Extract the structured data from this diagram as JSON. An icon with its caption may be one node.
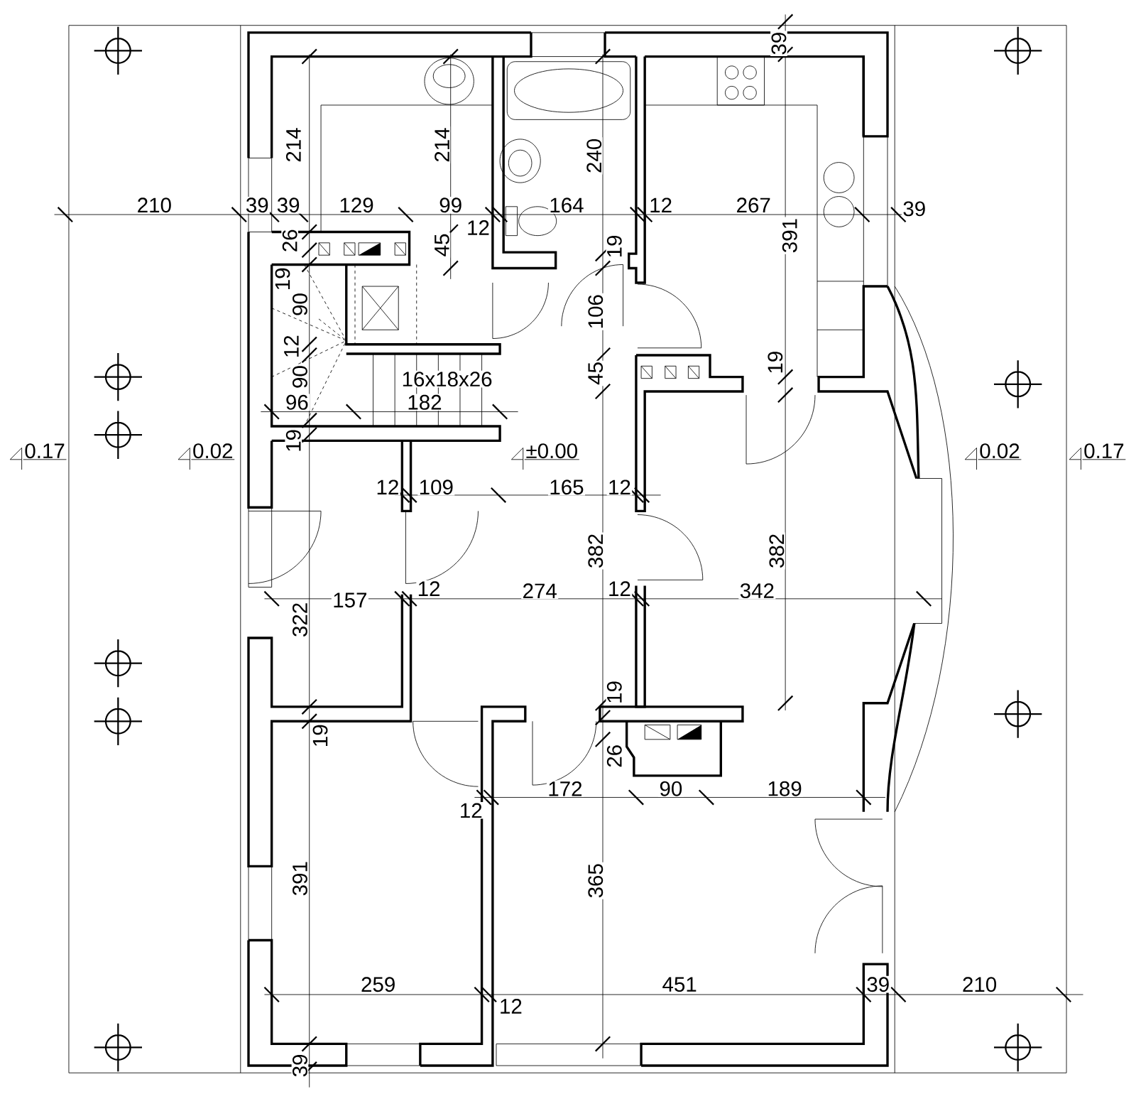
{
  "diagram": {
    "labels": [
      "39",
      "214",
      "214",
      "240",
      "210",
      "39",
      "39",
      "129",
      "99",
      "164",
      "12",
      "267",
      "39",
      "12",
      "26",
      "45",
      "391",
      "19",
      "19",
      "90",
      "106",
      "12",
      "45",
      "19",
      "90",
      "16x18x26",
      "96",
      "182",
      "19",
      "0.17",
      "0.02",
      "±0.00",
      "0.02",
      "0.17",
      "12",
      "109",
      "165",
      "12",
      "382",
      "382",
      "157",
      "12",
      "274",
      "12",
      "342",
      "322",
      "19",
      "19",
      "26",
      "172",
      "90",
      "189",
      "12",
      "391",
      "365",
      "259",
      "451",
      "39",
      "210",
      "12",
      "39"
    ]
  }
}
